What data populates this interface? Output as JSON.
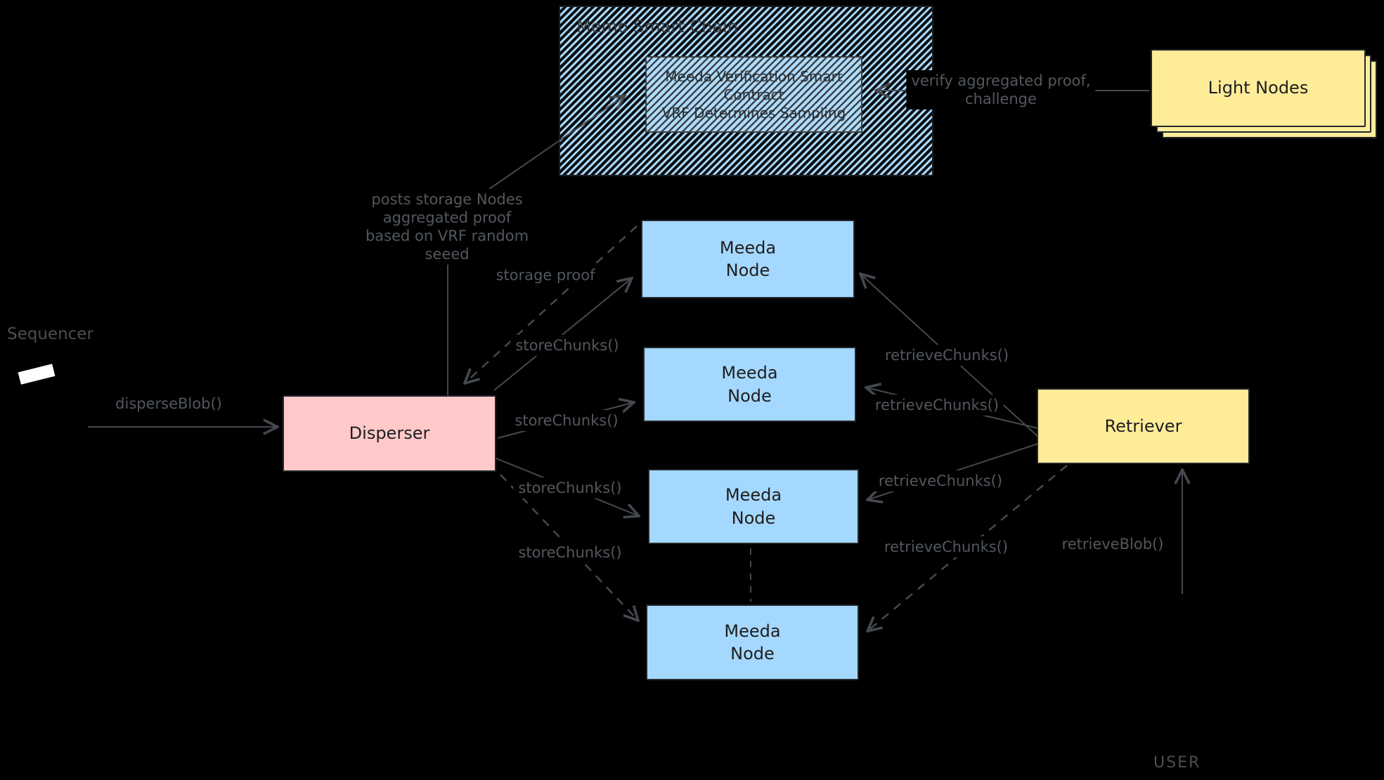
{
  "memo_chain": {
    "title": "Memo Smart Chain",
    "contract_label": "Meeda Verification Smart\nContract\nVRF Determines Sampling"
  },
  "light_nodes": {
    "label": "Light Nodes"
  },
  "sequencer": {
    "label": "Sequencer"
  },
  "disperser": {
    "label": "Disperser"
  },
  "retriever": {
    "label": "Retriever"
  },
  "meeda_nodes": {
    "labels": [
      "Meeda\nNode",
      "Meeda\nNode",
      "Meeda\nNode",
      "Meeda\nNode"
    ]
  },
  "user": {
    "label": "USER"
  },
  "edge_labels": {
    "disperse_blob": "disperseBlob()",
    "store_chunks": [
      "storeChunks()",
      "storeChunks()",
      "storeChunks()",
      "storeChunks()"
    ],
    "retrieve_chunks": [
      "retrieveChunks()",
      "retrieveChunks()",
      "retrieveChunks()",
      "retrieveChunks()"
    ],
    "storage_proof": "storage proof",
    "retrieve_blob": "retrieveBlob()",
    "verify": "verify aggregated proof,\nchallenge",
    "posts_proof": "posts storage Nodes\naggregated proof\nbased on VRF random\nseeed"
  },
  "colors": {
    "background": "#000000",
    "node_blue": "#a5d8ff",
    "disperser_pink": "#ffc9c9",
    "retriever_yellow": "#ffec99",
    "edge_gray": "#45494f"
  }
}
